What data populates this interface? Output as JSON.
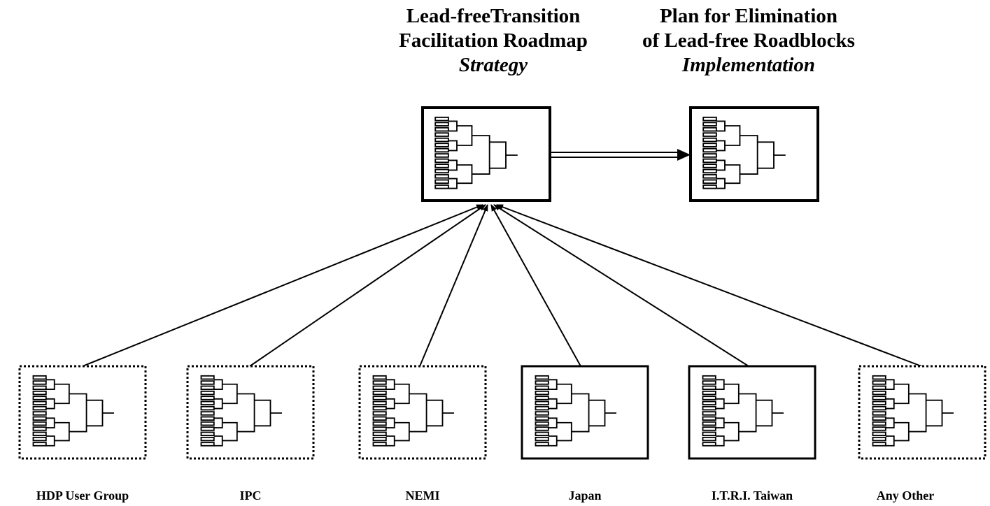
{
  "titles": {
    "strategy": {
      "line1": "Lead-freeTransition",
      "line2": "Facilitation Roadmap",
      "sub": "Strategy"
    },
    "implementation": {
      "line1": "Plan for Elimination",
      "line2": "of Lead-free Roadblocks",
      "sub": "Implementation"
    }
  },
  "sources": [
    {
      "label": "HDP User Group",
      "border": "dotted"
    },
    {
      "label": "IPC",
      "border": "dotted"
    },
    {
      "label": "NEMI",
      "border": "dotted"
    },
    {
      "label": "Japan",
      "border": "solid"
    },
    {
      "label": "I.T.R.I. Taiwan",
      "border": "solid"
    },
    {
      "label": "Any Other",
      "border": "dotted"
    }
  ],
  "colors": {
    "stroke": "#000000",
    "background": "#ffffff"
  }
}
